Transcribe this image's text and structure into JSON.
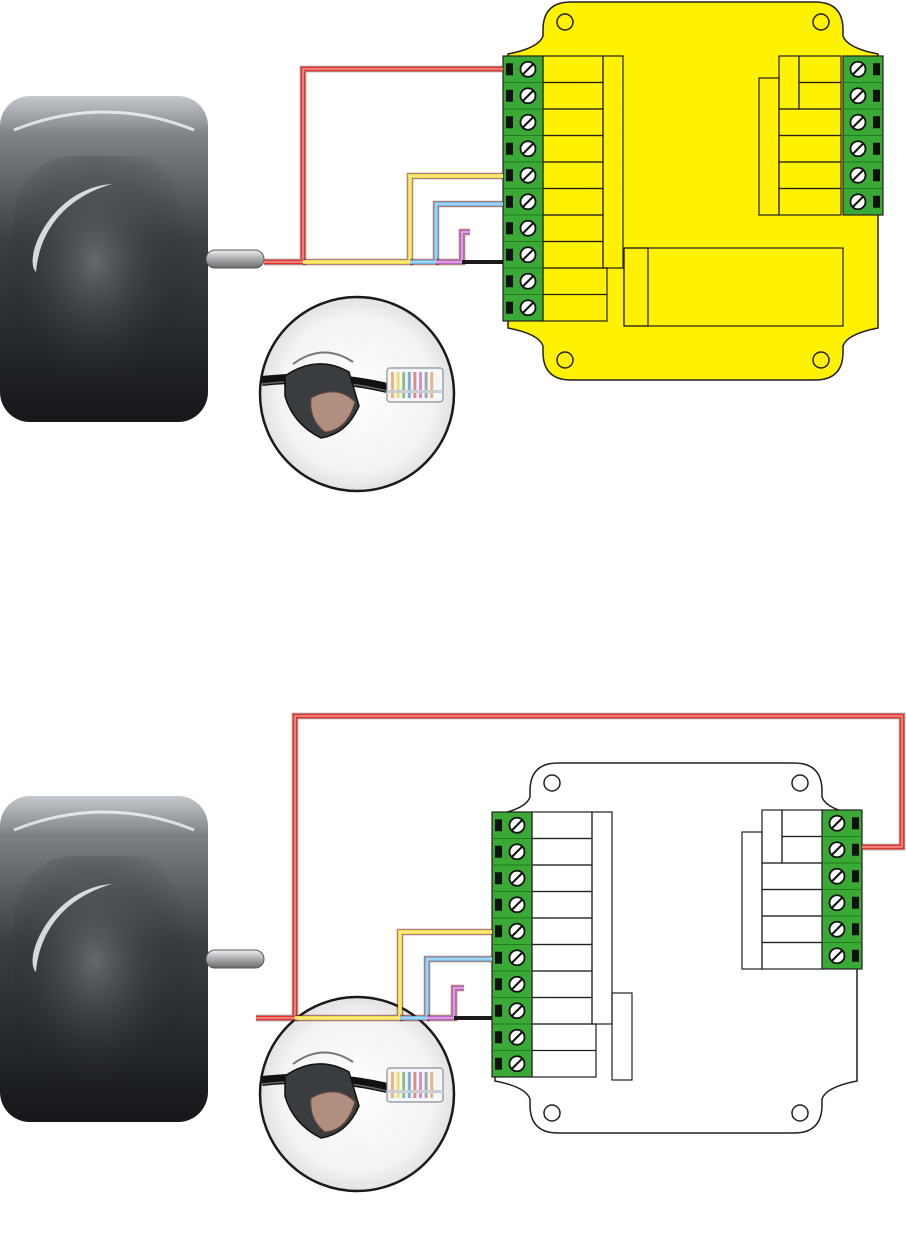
{
  "colors": {
    "background": "#ffffff",
    "wire_red": "#e8322c",
    "wire_yellow": "#f2dc3c",
    "wire_blue": "#6cb8e8",
    "wire_purple": "#c063c8",
    "wire_black": "#1a1a1a",
    "terminal_green": "#3aa935",
    "housing_yellow": "#fff200",
    "housing_white": "#ffffff",
    "outline": "#231f20",
    "reader_dark": "#1e2124",
    "reader_light": "#b9bdc2"
  },
  "icons": {
    "reader": "proximity-reader-icon",
    "screw": "terminal-screw-icon",
    "connector_inset": "rj45-ferrite-connector-icon"
  },
  "diagrams": [
    {
      "name": "wiring-diagram-yellow-controller",
      "housing_color": "yellow",
      "left_terminals": 10,
      "right_terminals": 6,
      "red_wire_terminal": "left-1"
    },
    {
      "name": "wiring-diagram-white-controller",
      "housing_color": "white",
      "left_terminals": 10,
      "right_terminals": 6,
      "red_wire_terminal": "right-2"
    }
  ]
}
